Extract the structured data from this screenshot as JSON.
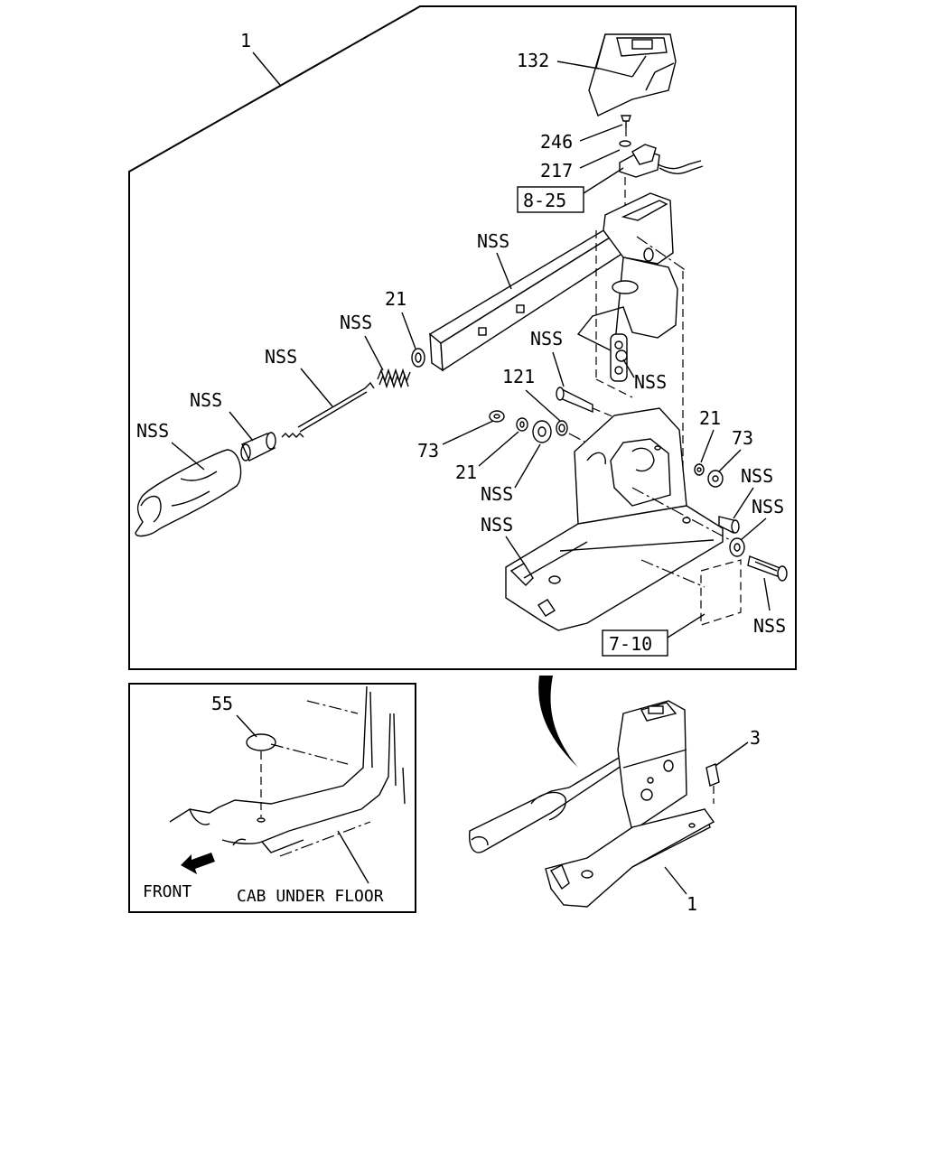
{
  "callouts": {
    "assy": "1",
    "cover": "132",
    "screw": "246",
    "switch": "217",
    "ref_upper": "8-25",
    "lever_bar": "NSS",
    "washer_21_left": "21",
    "spring": "NSS",
    "rod": "NSS",
    "sleeve": "NSS",
    "grip": "NSS",
    "pin_upper": "NSS",
    "plate": "NSS",
    "washer_121": "121",
    "washer_73_left": "73",
    "washer_21_lower": "21",
    "washer_nss_lower": "NSS",
    "bracket": "NSS",
    "washer_21_right": "21",
    "washer_73_right": "73",
    "pin_right": "NSS",
    "washer_right": "NSS",
    "bolt_right": "NSS",
    "ref_lower": "7-10"
  },
  "inset": {
    "plug": "55",
    "front": "FRONT",
    "floor": "CAB UNDER FLOOR"
  },
  "assembled": {
    "bolt": "3",
    "assy": "1"
  }
}
